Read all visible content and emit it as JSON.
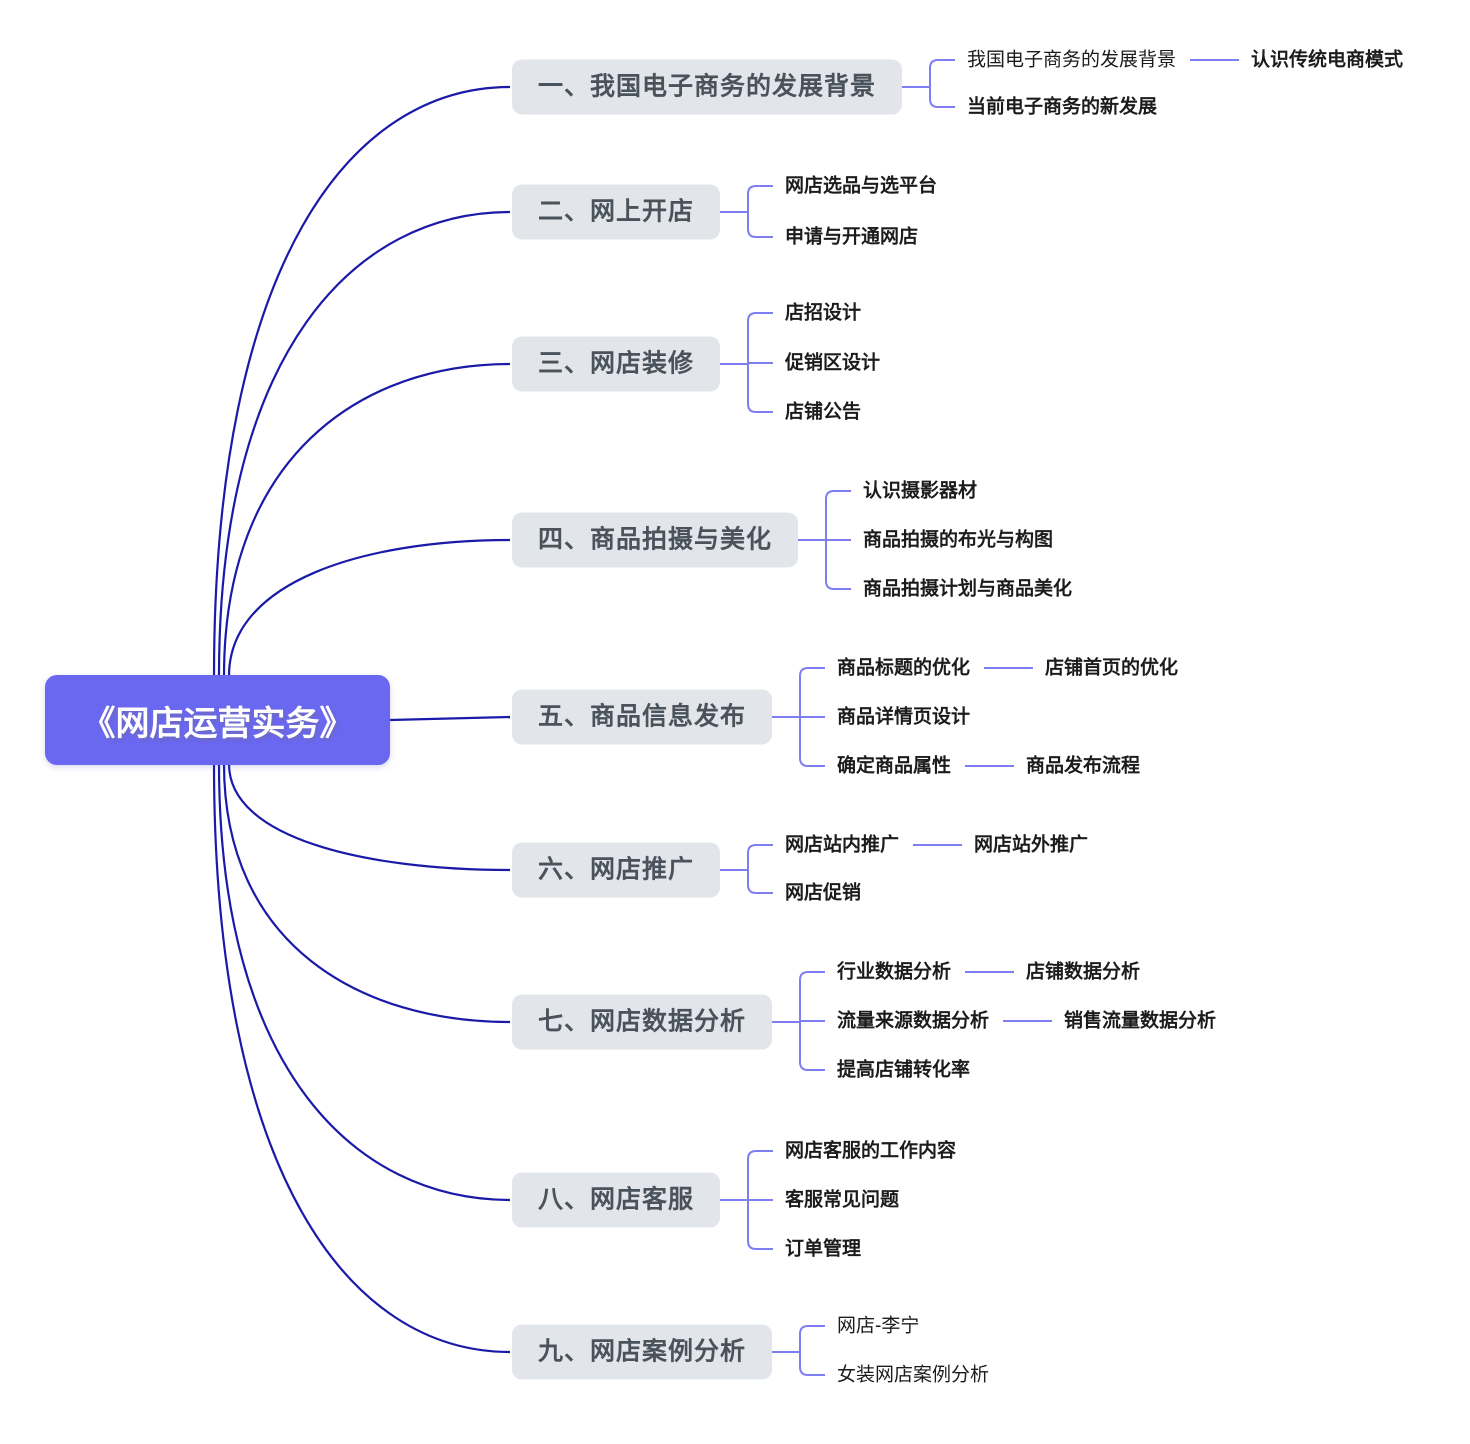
{
  "colors": {
    "root_bg": "#6a67f1",
    "root_text": "#ffffff",
    "branch_bg": "#e2e5e9",
    "branch_text": "#4a525c",
    "leaf_text": "#1c1c1e",
    "main_curve": "#1b1aa8",
    "sub_link": "#7e7ef2"
  },
  "root": {
    "label": "《网店运营实务》"
  },
  "branches": [
    {
      "label": "一、我国电子商务的发展背景",
      "children": [
        {
          "label": "我国电子商务的发展背景",
          "bold": false,
          "child": {
            "label": "认识传统电商模式",
            "bold": true
          }
        },
        {
          "label": "当前电子商务的新发展",
          "bold": true
        }
      ]
    },
    {
      "label": "二、网上开店",
      "children": [
        {
          "label": "网店选品与选平台",
          "bold": true
        },
        {
          "label": "申请与开通网店",
          "bold": true
        }
      ]
    },
    {
      "label": "三、网店装修",
      "children": [
        {
          "label": "店招设计",
          "bold": true
        },
        {
          "label": "促销区设计",
          "bold": true
        },
        {
          "label": "店铺公告",
          "bold": true
        }
      ]
    },
    {
      "label": "四、商品拍摄与美化",
      "children": [
        {
          "label": "认识摄影器材",
          "bold": true
        },
        {
          "label": "商品拍摄的布光与构图",
          "bold": true
        },
        {
          "label": "商品拍摄计划与商品美化",
          "bold": true
        }
      ]
    },
    {
      "label": "五、商品信息发布",
      "children": [
        {
          "label": "商品标题的优化",
          "bold": true,
          "child": {
            "label": "店铺首页的优化",
            "bold": true
          }
        },
        {
          "label": "商品详情页设计",
          "bold": true
        },
        {
          "label": "确定商品属性",
          "bold": true,
          "child": {
            "label": "商品发布流程",
            "bold": true
          }
        }
      ]
    },
    {
      "label": "六、网店推广",
      "children": [
        {
          "label": "网店站内推广",
          "bold": true,
          "child": {
            "label": "网店站外推广",
            "bold": true
          }
        },
        {
          "label": "网店促销",
          "bold": true
        }
      ]
    },
    {
      "label": "七、网店数据分析",
      "children": [
        {
          "label": "行业数据分析",
          "bold": true,
          "child": {
            "label": "店铺数据分析",
            "bold": true
          }
        },
        {
          "label": "流量来源数据分析",
          "bold": true,
          "child": {
            "label": "销售流量数据分析",
            "bold": true
          }
        },
        {
          "label": "提高店铺转化率",
          "bold": true
        }
      ]
    },
    {
      "label": "八、网店客服",
      "children": [
        {
          "label": "网店客服的工作内容",
          "bold": true
        },
        {
          "label": "客服常见问题",
          "bold": true
        },
        {
          "label": "订单管理",
          "bold": true
        }
      ]
    },
    {
      "label": "九、网店案例分析",
      "children": [
        {
          "label": "网店-李宁",
          "bold": false
        },
        {
          "label": "女装网店案例分析",
          "bold": false
        }
      ]
    }
  ]
}
